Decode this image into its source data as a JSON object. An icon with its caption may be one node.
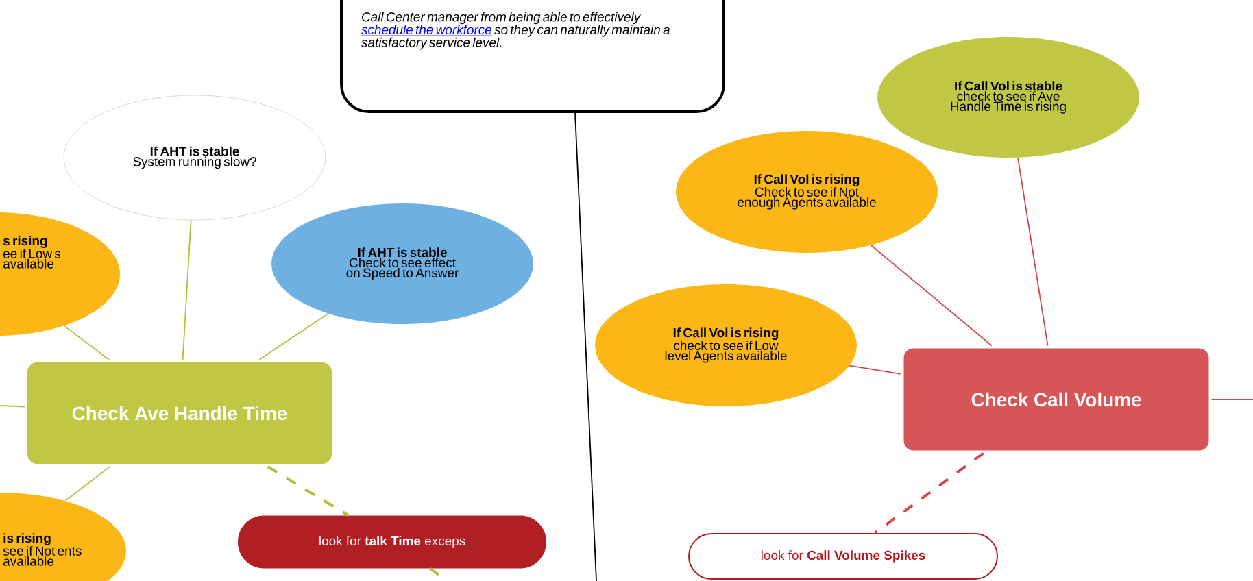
{
  "diagram": {
    "nodes": [
      {
        "text": [
          "Call Center manager from being able to effectively",
          "schedule the workforce",
          "so they can naturally maintain a satisfactory service level."
        ]
      },
      {
        "text": [
          "If Call Vol is stable",
          "check to see if Ave Handle Time is rising"
        ]
      },
      {
        "text": [
          "If AHT is stable",
          "System running slow?"
        ]
      },
      {
        "text": [
          "If Call Vol is rising",
          "Check to see if Not enough Agents available"
        ]
      },
      {
        "text": [
          "If AHT is stable",
          "Check to see effect on Speed to Answer"
        ]
      },
      {
        "text": [
          "s rising",
          "ee if Low s available"
        ]
      },
      {
        "text": [
          "If Call Vol is rising",
          "check to see if Low level Agents available"
        ]
      },
      {
        "text": [
          "Check Call Volume"
        ]
      },
      {
        "text": [
          "Check Ave Handle Time"
        ]
      },
      {
        "text": [
          "look for **talk Time** exceps"
        ]
      },
      {
        "text": [
          "is rising",
          "see if Not ents available"
        ]
      },
      {
        "text": [
          "look for **Call Volume Spikes**"
        ]
      }
    ],
    "edges": [
      {
        "from": 0,
        "to": null,
        "arrow": "none",
        "color": "#000000"
      },
      {
        "from": 8,
        "to": 2,
        "arrow": "none",
        "color": "#b5bd3c"
      },
      {
        "from": 8,
        "to": 4,
        "arrow": "none",
        "color": "#b5bd3c"
      },
      {
        "from": 8,
        "to": 5,
        "arrow": "none",
        "color": "#b5bd3c"
      },
      {
        "from": 8,
        "to": 10,
        "arrow": "none",
        "color": "#b5bd3c"
      },
      {
        "from": 8,
        "to": null,
        "arrow": "none",
        "color": "#b5bd3c"
      },
      {
        "from": 8,
        "to": 9,
        "arrow": "none",
        "style": "dashed",
        "color": "#b5bd3c"
      },
      {
        "from": 9,
        "to": null,
        "arrow": "none",
        "style": "dashed",
        "color": "#b5bd3c"
      },
      {
        "from": 7,
        "to": 1,
        "arrow": "none",
        "color": "#d0484c"
      },
      {
        "from": 7,
        "to": 3,
        "arrow": "none",
        "color": "#d0484c"
      },
      {
        "from": 7,
        "to": 6,
        "arrow": "none",
        "color": "#d0484c"
      },
      {
        "from": 7,
        "to": null,
        "arrow": "none",
        "color": "#d0484c"
      },
      {
        "from": 7,
        "to": 11,
        "arrow": "none",
        "style": "dashed",
        "color": "#d0484c"
      }
    ]
  }
}
